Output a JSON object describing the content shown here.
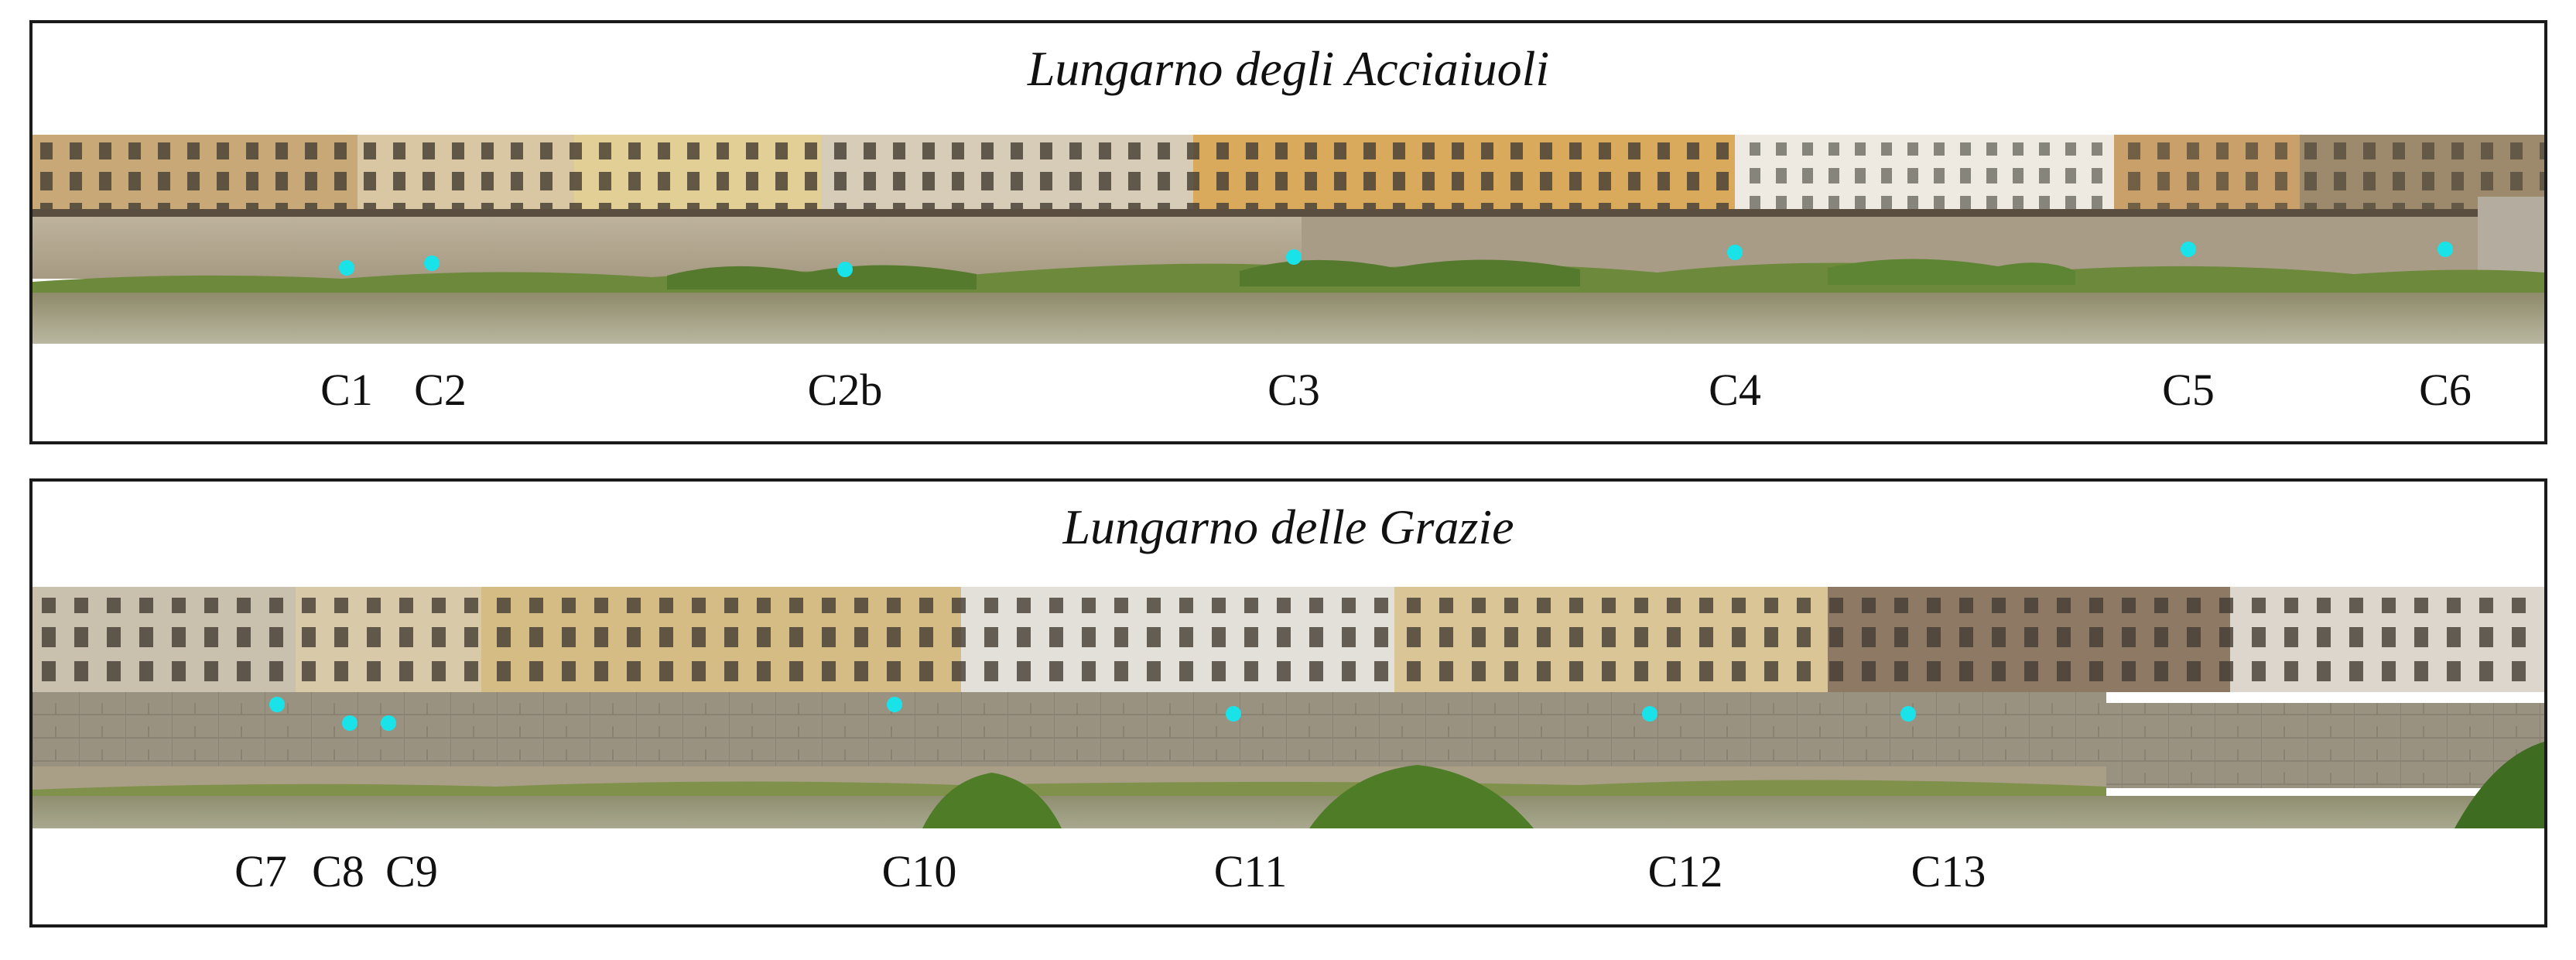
{
  "panels": [
    {
      "title": "Lungarno degli Acciaiuoli",
      "points": [
        {
          "label": "C1"
        },
        {
          "label": "C2"
        },
        {
          "label": "C2b"
        },
        {
          "label": "C3"
        },
        {
          "label": "C4"
        },
        {
          "label": "C5"
        },
        {
          "label": "C6"
        }
      ]
    },
    {
      "title": "Lungarno delle Grazie",
      "points": [
        {
          "label": "C7"
        },
        {
          "label": "C8"
        },
        {
          "label": "C9"
        },
        {
          "label": "C10"
        },
        {
          "label": "C11"
        },
        {
          "label": "C12"
        },
        {
          "label": "C13"
        }
      ]
    }
  ],
  "colors": {
    "marker": "#19e3e8",
    "frame": "#1a1a1a"
  }
}
